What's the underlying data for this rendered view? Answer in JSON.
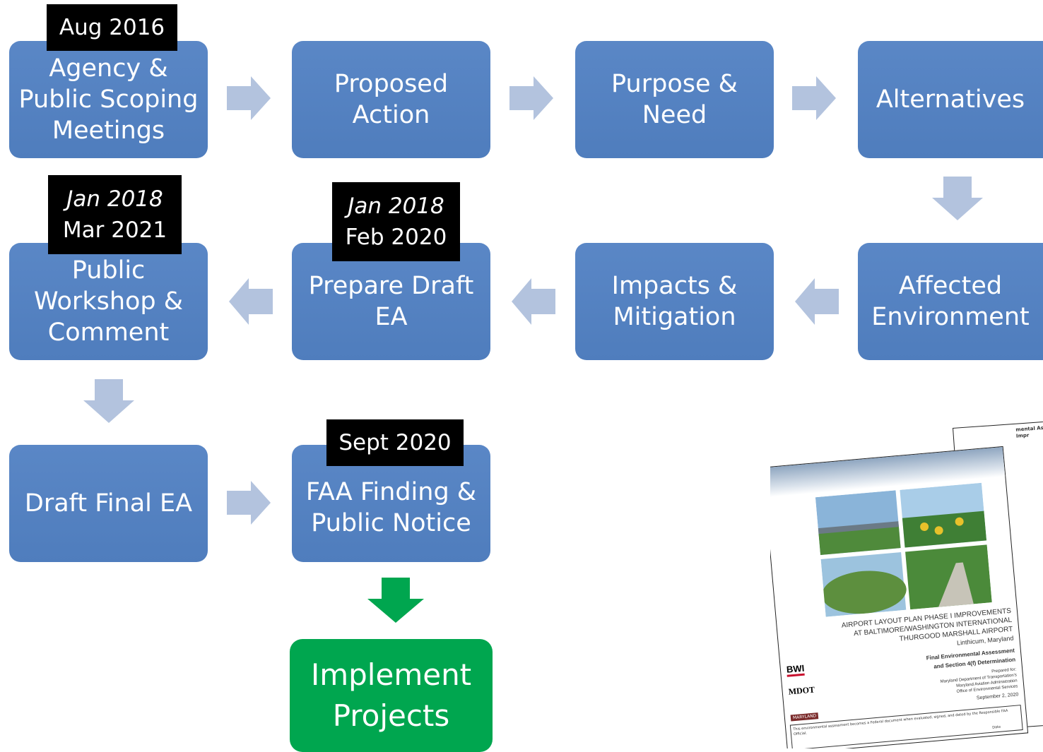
{
  "steps": {
    "scoping": {
      "l1": "Agency &",
      "l2": "Public Scoping",
      "l3": "Meetings"
    },
    "proposed": {
      "l1": "Proposed",
      "l2": "Action"
    },
    "purpose": {
      "l1": "Purpose &",
      "l2": "Need"
    },
    "alternatives": {
      "l1": "Alternatives"
    },
    "affected": {
      "l1": "Affected",
      "l2": "Environment"
    },
    "impacts": {
      "l1": "Impacts &",
      "l2": "Mitigation"
    },
    "prepare": {
      "l1": "Prepare Draft",
      "l2": "EA"
    },
    "workshop": {
      "l1": "Public",
      "l2": "Workshop &",
      "l3": "Comment"
    },
    "draftfinal": {
      "l1": "Draft Final EA"
    },
    "finding": {
      "l1": "FAA Finding &",
      "l2": "Public Notice"
    },
    "implement": {
      "l1": "Implement",
      "l2": "Projects"
    }
  },
  "dates": {
    "scoping": "Aug 2016",
    "workshop_planned": "Jan 2018",
    "workshop_actual": "Mar 2021",
    "prepare_planned": "Jan 2018",
    "prepare_actual": "Feb 2020",
    "finding": "Sept 2020"
  },
  "document": {
    "title_l1": "AIRPORT LAYOUT PLAN PHASE I IMPROVEMENTS",
    "title_l2": "AT BALTIMORE/WASHINGTON INTERNATIONAL",
    "title_l3": "THURGOOD MARSHALL AIRPORT",
    "location": "Linthicum, Maryland",
    "type_l1": "Final Environmental Assessment",
    "type_l2": "and Section 4(f) Determination",
    "prepared_for": "Prepared for:",
    "agency_l1": "Maryland Department of Transportation's",
    "agency_l2": "Maryland Aviation Administration",
    "agency_l3": "Office of Environmental Services",
    "date": "September 2, 2020",
    "footer_text": "This environmental assessment becomes a Federal document when evaluated, signed, and dated by the Responsible FAA Official.",
    "sign_label": "Date",
    "logo_bwi": "BWI",
    "logo_mdot": "MDOT",
    "logo_maryland": "MARYLAND",
    "back_header": "mental As / hase I Impr"
  },
  "colors": {
    "box": "#4f7dbd",
    "arrow": "#b3c3de",
    "green": "#00a64f",
    "label": "#000000"
  }
}
